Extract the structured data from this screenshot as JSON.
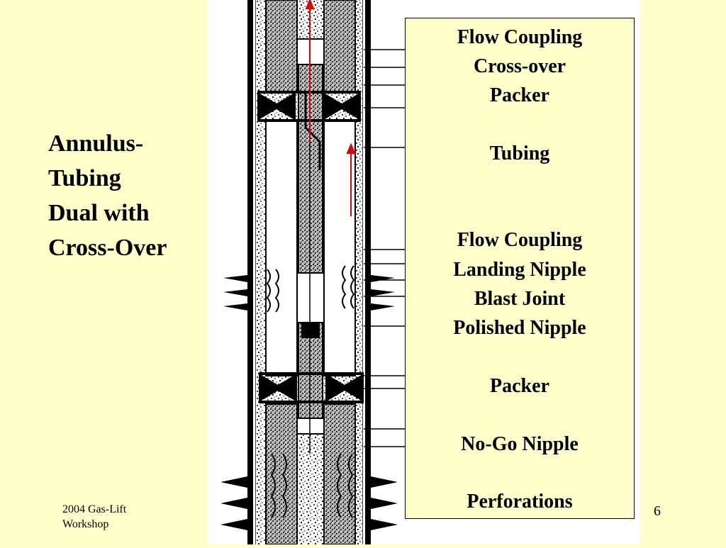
{
  "slide": {
    "title": "Annulus-\nTubing\nDual with\nCross-Over",
    "footer": "2004 Gas-Lift\nWorkshop",
    "page_number": "6"
  },
  "labels": [
    "Flow Coupling",
    "Cross-over",
    "Packer",
    "Tubing",
    "Flow Coupling",
    "Landing Nipple",
    "Blast Joint",
    "Polished Nipple",
    "Packer",
    "No-Go Nipple",
    "Perforations"
  ],
  "colors": {
    "background": "#ffffcc",
    "flow_arrow": "#e00000",
    "diagram_ink": "#000000"
  }
}
